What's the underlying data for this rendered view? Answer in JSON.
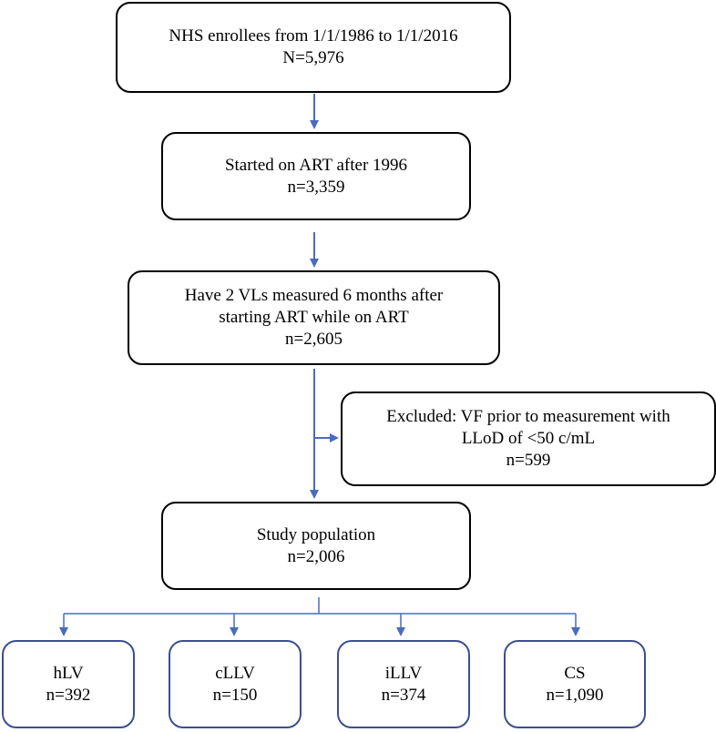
{
  "boxes": {
    "enrollees": {
      "line1": "NHS enrollees from 1/1/1986 to 1/1/2016",
      "line2": "N=5,976"
    },
    "art": {
      "line1": "Started on ART after 1996",
      "line2": "n=3,359"
    },
    "vls": {
      "line1": "Have 2 VLs measured 6 months after",
      "line2": "starting ART while on ART",
      "line3": "n=2,605"
    },
    "excluded": {
      "line1": "Excluded: VF prior to measurement with",
      "line2": "LLoD of <50 c/mL",
      "line3": "n=599"
    },
    "study": {
      "line1": "Study population",
      "line2": "n=2,006"
    },
    "hlv": {
      "line1": "hLV",
      "line2": "n=392"
    },
    "cllv": {
      "line1": "cLLV",
      "line2": "n=150"
    },
    "illv": {
      "line1": "iLLV",
      "line2": "n=374"
    },
    "cs": {
      "line1": "CS",
      "line2": "n=1,090"
    }
  },
  "colors": {
    "arrow": "#4a6bbf",
    "box_border": "#000000",
    "group_border": "#3b4f8f"
  }
}
